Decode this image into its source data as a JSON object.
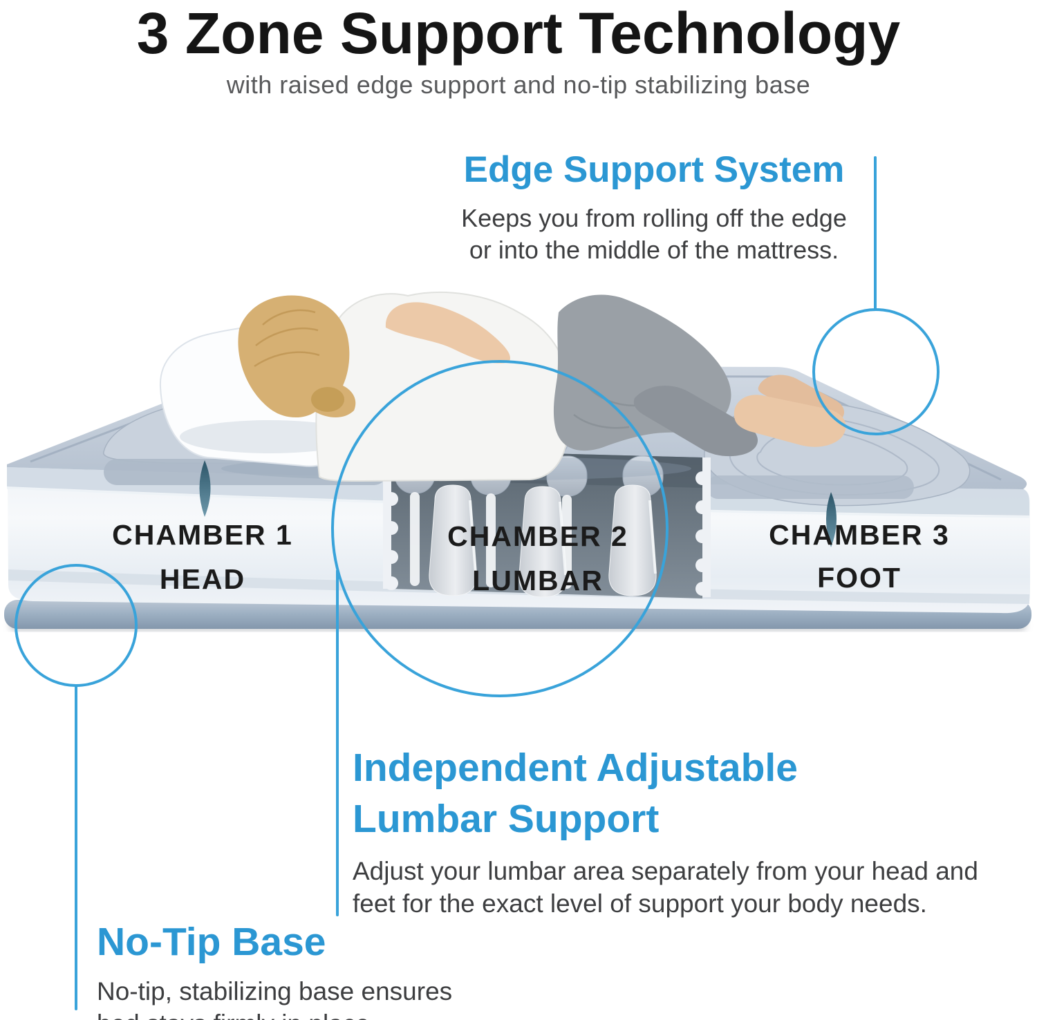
{
  "header": {
    "title": "3 Zone Support Technology",
    "subtitle": "with raised edge support and no-tip stabilizing base"
  },
  "callouts": {
    "edge_support": {
      "heading": "Edge Support System",
      "line1": "Keeps you from rolling off the edge",
      "line2": "or into the middle of the mattress."
    },
    "lumbar_support": {
      "heading_line1": "Independent Adjustable",
      "heading_line2": "Lumbar Support",
      "line1": "Adjust your lumbar area separately from your head and",
      "line2": "feet for the exact level of support your body needs."
    },
    "no_tip_base": {
      "heading": "No-Tip Base",
      "line1": "No-tip, stabilizing base ensures",
      "line2": "bed stays firmly in place."
    }
  },
  "mattress": {
    "chamber1": {
      "name": "CHAMBER 1",
      "zone": "HEAD"
    },
    "chamber2": {
      "name": "CHAMBER 2",
      "zone": "LUMBAR"
    },
    "chamber3": {
      "name": "CHAMBER 3",
      "zone": "FOOT"
    }
  },
  "colors": {
    "accent_blue": "#2b97d3",
    "annotation_blue": "#39a3da",
    "title_color": "#151515",
    "subtitle_color": "#58595b",
    "body_color": "#3d3e40",
    "chamber_label_color": "#1b1b1b"
  }
}
